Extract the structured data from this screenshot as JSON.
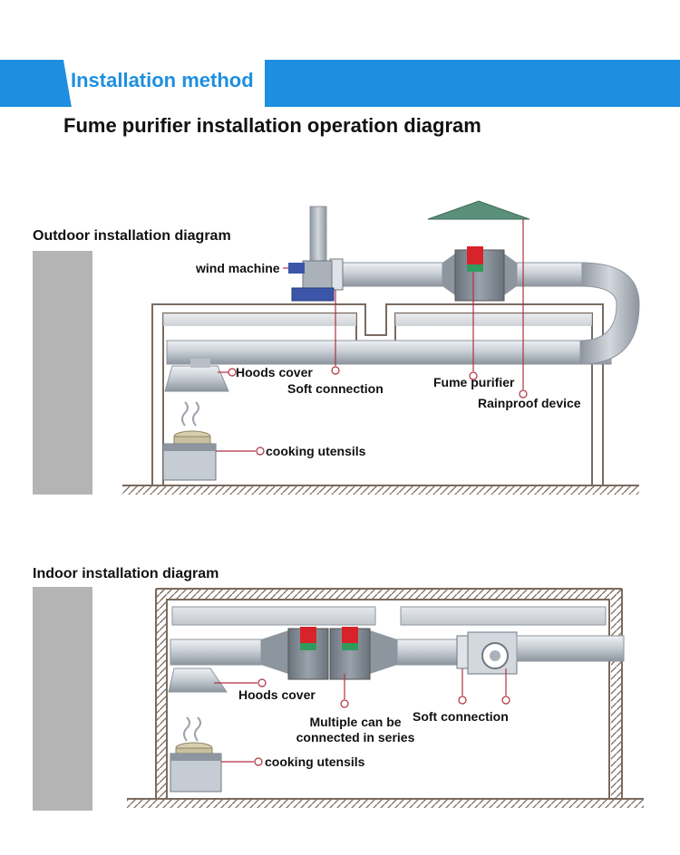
{
  "header": {
    "banner_title": "Installation method",
    "page_title": "Fume purifier installation operation diagram"
  },
  "colors": {
    "banner_blue": "#1e8fe0",
    "duct_gray": "#c6ccd4",
    "unit_red": "#d8232a",
    "unit_green": "#2f9b5f",
    "wall_brown": "#7a6a5e",
    "pointer_red": "#b03040",
    "roof_green": "#5a8f7a",
    "wall_gray": "#b4b4b4"
  },
  "outdoor": {
    "title": "Outdoor installation diagram",
    "labels": {
      "wind_machine": "wind machine",
      "hoods_cover": "Hoods cover",
      "soft_connection": "Soft connection",
      "fume_purifier": "Fume purifier",
      "rainproof_device": "Rainproof device",
      "cooking_utensils": "cooking utensils"
    }
  },
  "indoor": {
    "title": "Indoor installation diagram",
    "labels": {
      "hoods_cover": "Hoods cover",
      "multiple_line1": "Multiple can be",
      "multiple_line2": "connected in series",
      "soft_connection": "Soft connection",
      "cooking_utensils": "cooking utensils"
    }
  }
}
